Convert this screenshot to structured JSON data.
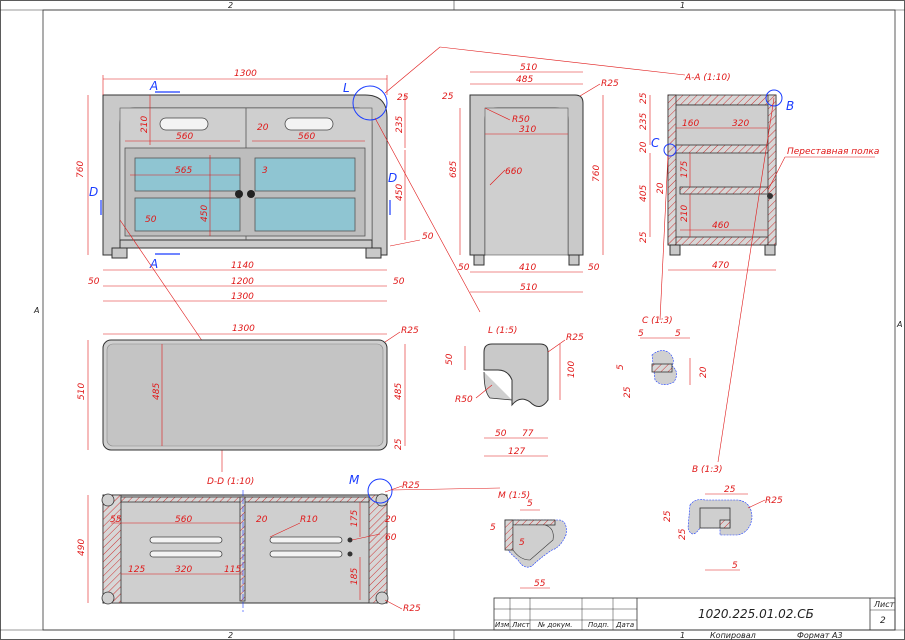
{
  "zone_labels": {
    "top_left": "2",
    "top_right": "1",
    "bottom_left": "2",
    "bottom_right": "1",
    "left": "A",
    "right": "A"
  },
  "views": {
    "front": {
      "section_marks": [
        "A",
        "A",
        "D",
        "D",
        "L"
      ],
      "dims": {
        "w_total": "1300",
        "h_total": "760",
        "h_top": "210",
        "w_slot_l": "560",
        "gap": "20",
        "w_slot_r": "560",
        "w_glass": "565",
        "gap_3": "3",
        "h_glass": "450",
        "shelf_50": "50",
        "h_right": "235",
        "h_right2": "450",
        "leg": "50",
        "w_1140": "1140",
        "w_1200": "1200",
        "w_1300b": "1300",
        "m_left": "50",
        "m_right": "50",
        "r25": "25"
      }
    },
    "side": {
      "dims": {
        "w_510": "510",
        "w_485": "485",
        "r25": "R25",
        "r50": "R50",
        "w_310": "310",
        "h_685": "685",
        "h_760": "760",
        "h_660": "660",
        "top_25": "25",
        "b_50l": "50",
        "b_410": "410",
        "b_50r": "50",
        "b_510": "510"
      }
    },
    "section_aa": {
      "title": "A-A (1:10)",
      "marks": [
        "B",
        "C"
      ],
      "shelf_label": "Переставная полка",
      "dims": {
        "h235": "235",
        "w160": "160",
        "w320": "320",
        "h20": "20",
        "h175": "175",
        "h405": "405",
        "s20": "20",
        "h210": "210",
        "w460": "460",
        "b25": "25",
        "t25": "25",
        "w470": "470"
      }
    },
    "top_view": {
      "dims": {
        "w1300": "1300",
        "r25": "R25",
        "d510": "510",
        "d485": "485",
        "d485r": "485",
        "d25": "25"
      }
    },
    "detail_l": {
      "title": "L (1:5)",
      "dims": {
        "r25": "R25",
        "h50": "50",
        "r50": "R50",
        "h100": "100",
        "w50": "50",
        "w77": "77",
        "w127": "127"
      }
    },
    "detail_c": {
      "title": "C (1:3)",
      "dims": {
        "w5a": "5",
        "w5b": "5",
        "h5": "5",
        "h20": "20",
        "h25": "25"
      }
    },
    "detail_b": {
      "title": "B (1:3)",
      "dims": {
        "w25": "25",
        "r25": "R25",
        "h25a": "25",
        "h25b": "25",
        "w5": "5"
      }
    },
    "section_dd": {
      "title": "D-D (1:10)",
      "mark": "M",
      "dims": {
        "r25": "R25",
        "w55": "55",
        "w560": "560",
        "g20": "20",
        "r10": "R10",
        "h175": "175",
        "h20": "20",
        "h60": "60",
        "h490": "490",
        "w125": "125",
        "w320": "320",
        "w115": "115",
        "h185": "185",
        "r25b": "R25"
      }
    },
    "detail_m": {
      "title": "M (1:5)",
      "dims": {
        "h5": "5",
        "w5": "5",
        "v5": "5",
        "w55": "55"
      }
    }
  },
  "title_block": {
    "designation": "1020.225.01.02.СБ",
    "sheet_label": "Лист",
    "sheet_num": "2",
    "cols": [
      "Изм.",
      "Лист",
      "№ докум.",
      "Подп.",
      "Дата"
    ],
    "copied": "Копировал",
    "format": "Формат А3"
  }
}
